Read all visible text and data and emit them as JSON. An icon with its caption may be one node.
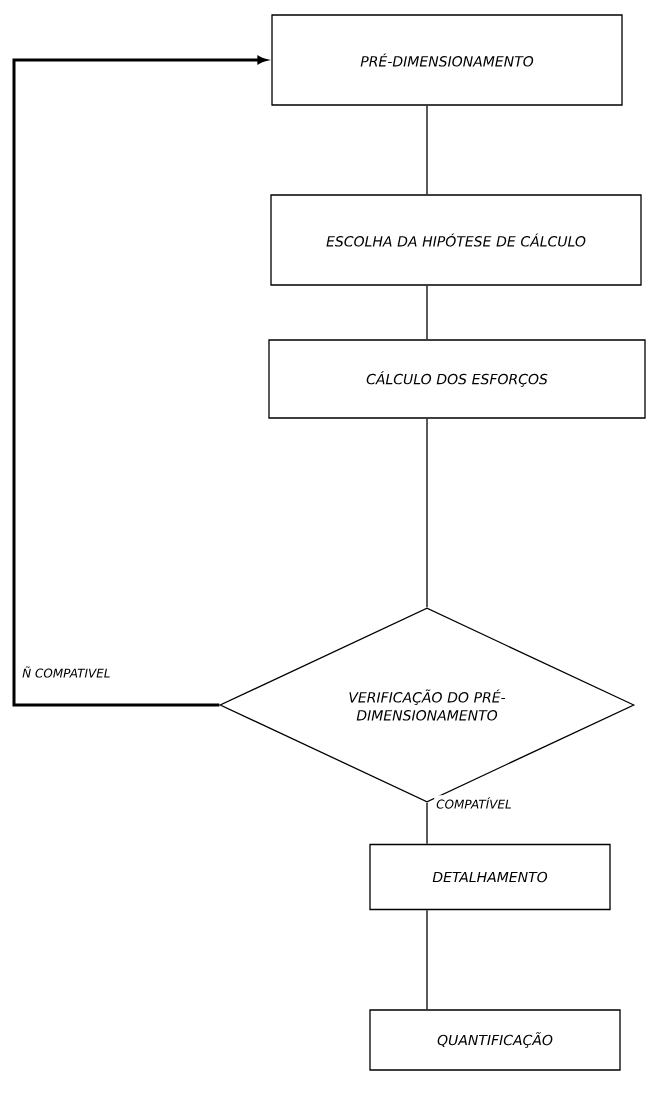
{
  "diagram": {
    "nodes": [
      {
        "text": [
          "PRÉ-DIMENSIONAMENTO"
        ]
      },
      {
        "text": [
          "ESCOLHA DA HIPÓTESE DE CÁLCULO"
        ]
      },
      {
        "text": [
          "CÁLCULO DOS ESFORÇOS"
        ]
      },
      {
        "text": [
          "VERIFICAÇÃO DO PRÉ-DIMENSIONAMENTO"
        ]
      },
      {
        "text": [
          "DETALHAMENTO"
        ]
      },
      {
        "text": [
          "QUANTIFICAÇÃO"
        ]
      }
    ],
    "edges": [
      {
        "from": 0,
        "to": 1,
        "arrow": "none"
      },
      {
        "from": 1,
        "to": 2,
        "arrow": "none"
      },
      {
        "from": 2,
        "to": 3,
        "arrow": "none"
      },
      {
        "from": 3,
        "to": 0,
        "arrow": "to",
        "label": "Ñ COMPATIVEL",
        "style": "thick"
      },
      {
        "from": 3,
        "to": 4,
        "arrow": "none",
        "label": "COMPATÍVEL"
      },
      {
        "from": 4,
        "to": 5,
        "arrow": "none"
      }
    ]
  }
}
